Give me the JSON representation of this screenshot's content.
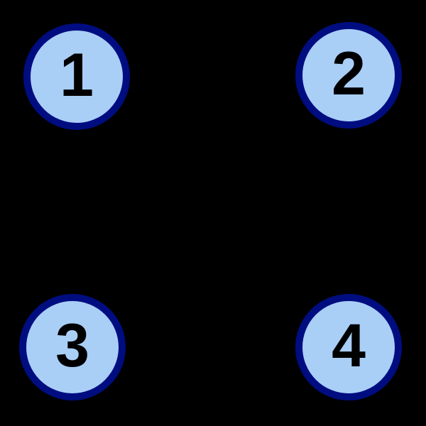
{
  "diagram": {
    "type": "graph",
    "background_color": "#000000",
    "node_fill_color": "#A9CFF7",
    "node_border_color": "#000D80",
    "node_label_color": "#000000",
    "edges": [],
    "nodes": [
      {
        "id": "1",
        "label": "1",
        "position": "top-left"
      },
      {
        "id": "2",
        "label": "2",
        "position": "top-right"
      },
      {
        "id": "3",
        "label": "3",
        "position": "bottom-left"
      },
      {
        "id": "4",
        "label": "4",
        "position": "bottom-right"
      }
    ]
  }
}
